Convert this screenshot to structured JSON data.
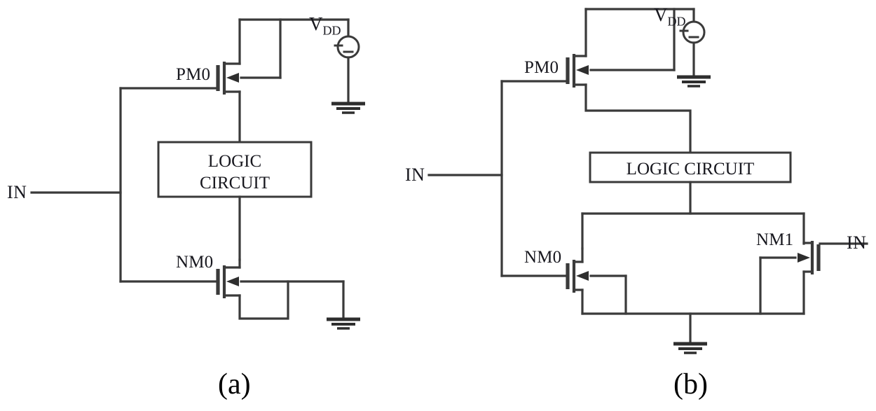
{
  "figure": {
    "title": "CMOS logic circuit schematics with keeper transistors",
    "line_color": "#3a3a3a",
    "text_color": "#17171e",
    "background": "#ffffff"
  },
  "panels": [
    {
      "caption": "(a)",
      "input_label": "IN",
      "logic_block": {
        "line1": "LOGIC",
        "line2": "CIRCUIT"
      },
      "supply": {
        "label": "V",
        "subscript": "DD",
        "symbol": "voltage-source-icon",
        "ground": "ground-icon"
      },
      "transistors": [
        {
          "name": "PM0",
          "type": "pmos"
        },
        {
          "name": "NM0",
          "type": "nmos"
        }
      ]
    },
    {
      "caption": "(b)",
      "input_label": "IN",
      "input_label_right": "IN",
      "logic_block": {
        "line1": "LOGIC CIRCUIT",
        "line2": ""
      },
      "supply": {
        "label": "V",
        "subscript": "DD",
        "symbol": "voltage-source-icon",
        "ground": "ground-icon"
      },
      "transistors": [
        {
          "name": "PM0",
          "type": "pmos"
        },
        {
          "name": "NM0",
          "type": "nmos"
        },
        {
          "name": "NM1",
          "type": "nmos"
        }
      ]
    }
  ]
}
